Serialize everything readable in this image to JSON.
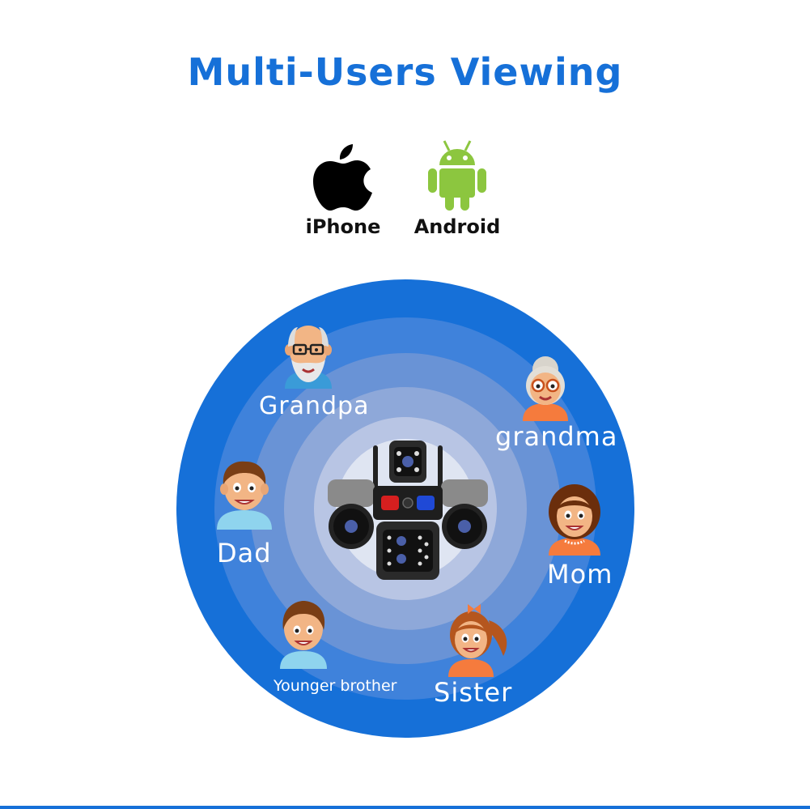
{
  "title": "Multi-Users Viewing",
  "platforms": [
    {
      "label": "iPhone",
      "icon": "apple-icon"
    },
    {
      "label": "Android",
      "icon": "android-icon"
    }
  ],
  "users": [
    {
      "label": "Grandpa",
      "icon": "grandpa-avatar-icon"
    },
    {
      "label": "grandma",
      "icon": "grandma-avatar-icon"
    },
    {
      "label": "Dad",
      "icon": "dad-avatar-icon"
    },
    {
      "label": "Mom",
      "icon": "mom-avatar-icon"
    },
    {
      "label": "Younger brother",
      "icon": "brother-avatar-icon"
    },
    {
      "label": "Sister",
      "icon": "sister-avatar-icon"
    }
  ],
  "center_icon": "security-camera-icon",
  "colors": {
    "accent": "#1670d8",
    "android_green": "#8cc63f",
    "ring_outer": "#1670d8",
    "ring_center": "#dfe5f2"
  }
}
